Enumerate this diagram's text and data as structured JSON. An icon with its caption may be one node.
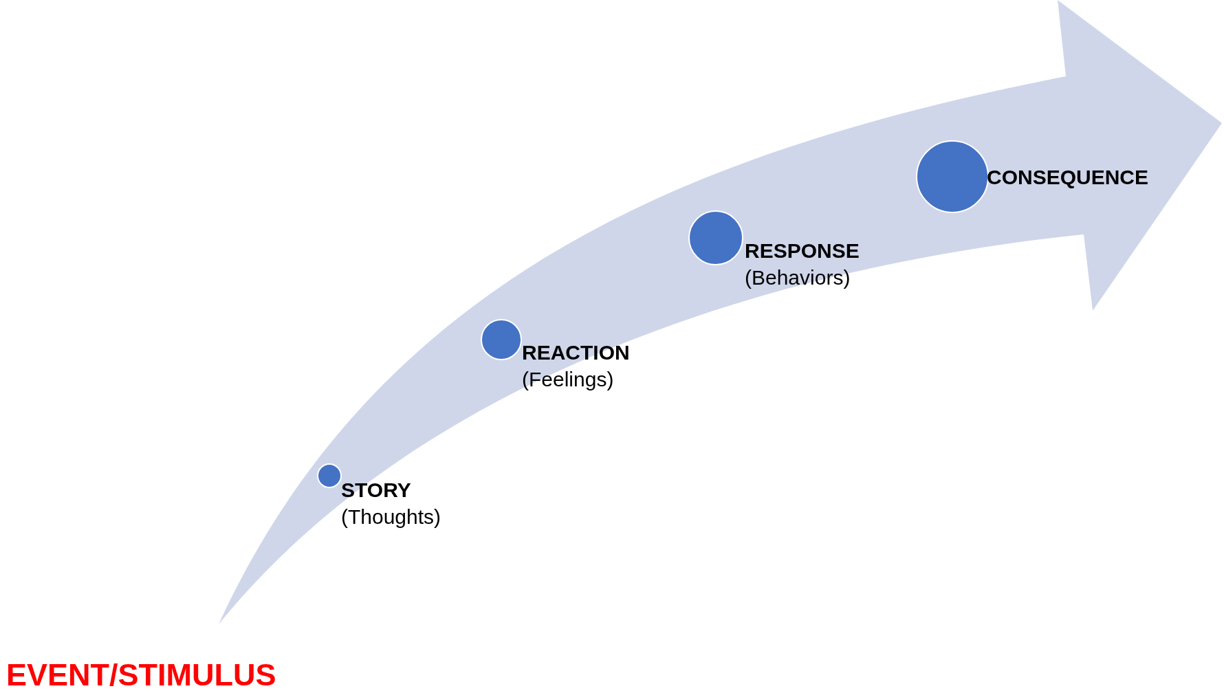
{
  "diagram": {
    "nodes": [
      {
        "text": [
          "STORY",
          "(Thoughts)"
        ]
      },
      {
        "text": [
          "REACTION",
          "(Feelings)"
        ]
      },
      {
        "text": [
          "RESPONSE",
          "(Behaviors)"
        ]
      },
      {
        "text": [
          "CONSEQUENCE"
        ]
      }
    ],
    "labels": [
      "EVENT/STIMULUS"
    ]
  }
}
